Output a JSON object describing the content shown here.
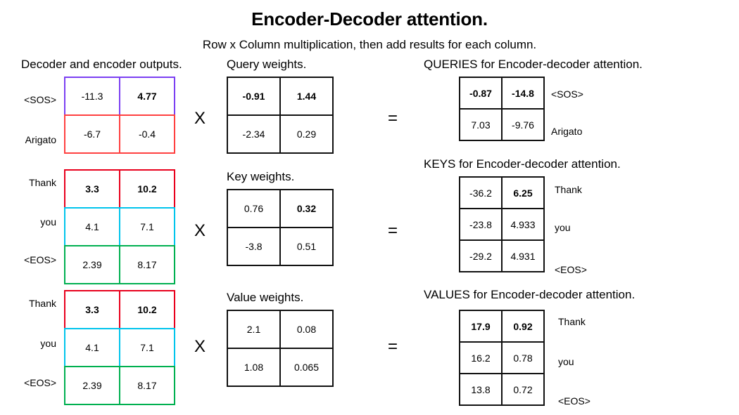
{
  "title": "Encoder-Decoder attention.",
  "subtitle": "Row x Column multiplication, then add results for each column.",
  "operators": {
    "times": "X",
    "equals": "="
  },
  "colors": {
    "purple": "#7B3FF2",
    "red_light": "#FF4040",
    "red": "#E8001C",
    "cyan": "#00C4EC",
    "green": "#00B050",
    "black": "#111111"
  },
  "sections": {
    "decoder_encoder_outputs": "Decoder and encoder outputs.",
    "query_weights": "Query weights.",
    "key_weights": "Key weights.",
    "value_weights": "Value weights.",
    "queries": "QUERIES for Encoder-decoder attention.",
    "keys": "KEYS for Encoder-decoder attention.",
    "values": "VALUES for Encoder-decoder attention."
  },
  "chart_data": {
    "type": "table",
    "title": "Encoder-Decoder attention.",
    "blocks": [
      {
        "name": "decoder-outputs-top",
        "row_labels": [
          "<SOS>",
          "Arigato"
        ],
        "row_colors": [
          "#7B3FF2",
          "#FF4040"
        ],
        "rows": [
          [
            {
              "v": "-11.3",
              "bold": false
            },
            {
              "v": "4.77",
              "bold": true
            }
          ],
          [
            {
              "v": "-6.7",
              "bold": false
            },
            {
              "v": "-0.4",
              "bold": false
            }
          ]
        ]
      },
      {
        "name": "encoder-outputs-middle",
        "row_labels": [
          "Thank",
          "you",
          "<EOS>"
        ],
        "row_colors": [
          "#E8001C",
          "#00C4EC",
          "#00B050"
        ],
        "rows": [
          [
            {
              "v": "3.3",
              "bold": true
            },
            {
              "v": "10.2",
              "bold": true
            }
          ],
          [
            {
              "v": "4.1",
              "bold": false
            },
            {
              "v": "7.1",
              "bold": false
            }
          ],
          [
            {
              "v": "2.39",
              "bold": false
            },
            {
              "v": "8.17",
              "bold": false
            }
          ]
        ]
      },
      {
        "name": "encoder-outputs-bottom",
        "row_labels": [
          "Thank",
          "you",
          "<EOS>"
        ],
        "row_colors": [
          "#E8001C",
          "#00C4EC",
          "#00B050"
        ],
        "rows": [
          [
            {
              "v": "3.3",
              "bold": true
            },
            {
              "v": "10.2",
              "bold": true
            }
          ],
          [
            {
              "v": "4.1",
              "bold": false
            },
            {
              "v": "7.1",
              "bold": false
            }
          ],
          [
            {
              "v": "2.39",
              "bold": false
            },
            {
              "v": "8.17",
              "bold": false
            }
          ]
        ]
      },
      {
        "name": "query-weights",
        "rows": [
          [
            {
              "v": "-0.91",
              "bold": true
            },
            {
              "v": "1.44",
              "bold": true
            }
          ],
          [
            {
              "v": "-2.34",
              "bold": false
            },
            {
              "v": "0.29",
              "bold": false
            }
          ]
        ]
      },
      {
        "name": "key-weights",
        "rows": [
          [
            {
              "v": "0.76",
              "bold": false
            },
            {
              "v": "0.32",
              "bold": true
            }
          ],
          [
            {
              "v": "-3.8",
              "bold": false
            },
            {
              "v": "0.51",
              "bold": false
            }
          ]
        ]
      },
      {
        "name": "value-weights",
        "rows": [
          [
            {
              "v": "2.1",
              "bold": false
            },
            {
              "v": "0.08",
              "bold": false
            }
          ],
          [
            {
              "v": "1.08",
              "bold": false
            },
            {
              "v": "0.065",
              "bold": false
            }
          ]
        ]
      },
      {
        "name": "queries-result",
        "row_labels": [
          "<SOS>",
          "Arigato"
        ],
        "rows": [
          [
            {
              "v": "-0.87",
              "bold": true
            },
            {
              "v": "-14.8",
              "bold": true
            }
          ],
          [
            {
              "v": "7.03",
              "bold": false
            },
            {
              "v": "-9.76",
              "bold": false
            }
          ]
        ]
      },
      {
        "name": "keys-result",
        "row_labels": [
          "Thank",
          "you",
          "<EOS>"
        ],
        "rows": [
          [
            {
              "v": "-36.2",
              "bold": false
            },
            {
              "v": "6.25",
              "bold": true
            }
          ],
          [
            {
              "v": "-23.8",
              "bold": false
            },
            {
              "v": "4.933",
              "bold": false
            }
          ],
          [
            {
              "v": "-29.2",
              "bold": false
            },
            {
              "v": "4.931",
              "bold": false
            }
          ]
        ]
      },
      {
        "name": "values-result",
        "row_labels": [
          "Thank",
          "you",
          "<EOS>"
        ],
        "rows": [
          [
            {
              "v": "17.9",
              "bold": true
            },
            {
              "v": "0.92",
              "bold": true
            }
          ],
          [
            {
              "v": "16.2",
              "bold": false
            },
            {
              "v": "0.78",
              "bold": false
            }
          ],
          [
            {
              "v": "13.8",
              "bold": false
            },
            {
              "v": "0.72",
              "bold": false
            }
          ]
        ]
      }
    ]
  }
}
